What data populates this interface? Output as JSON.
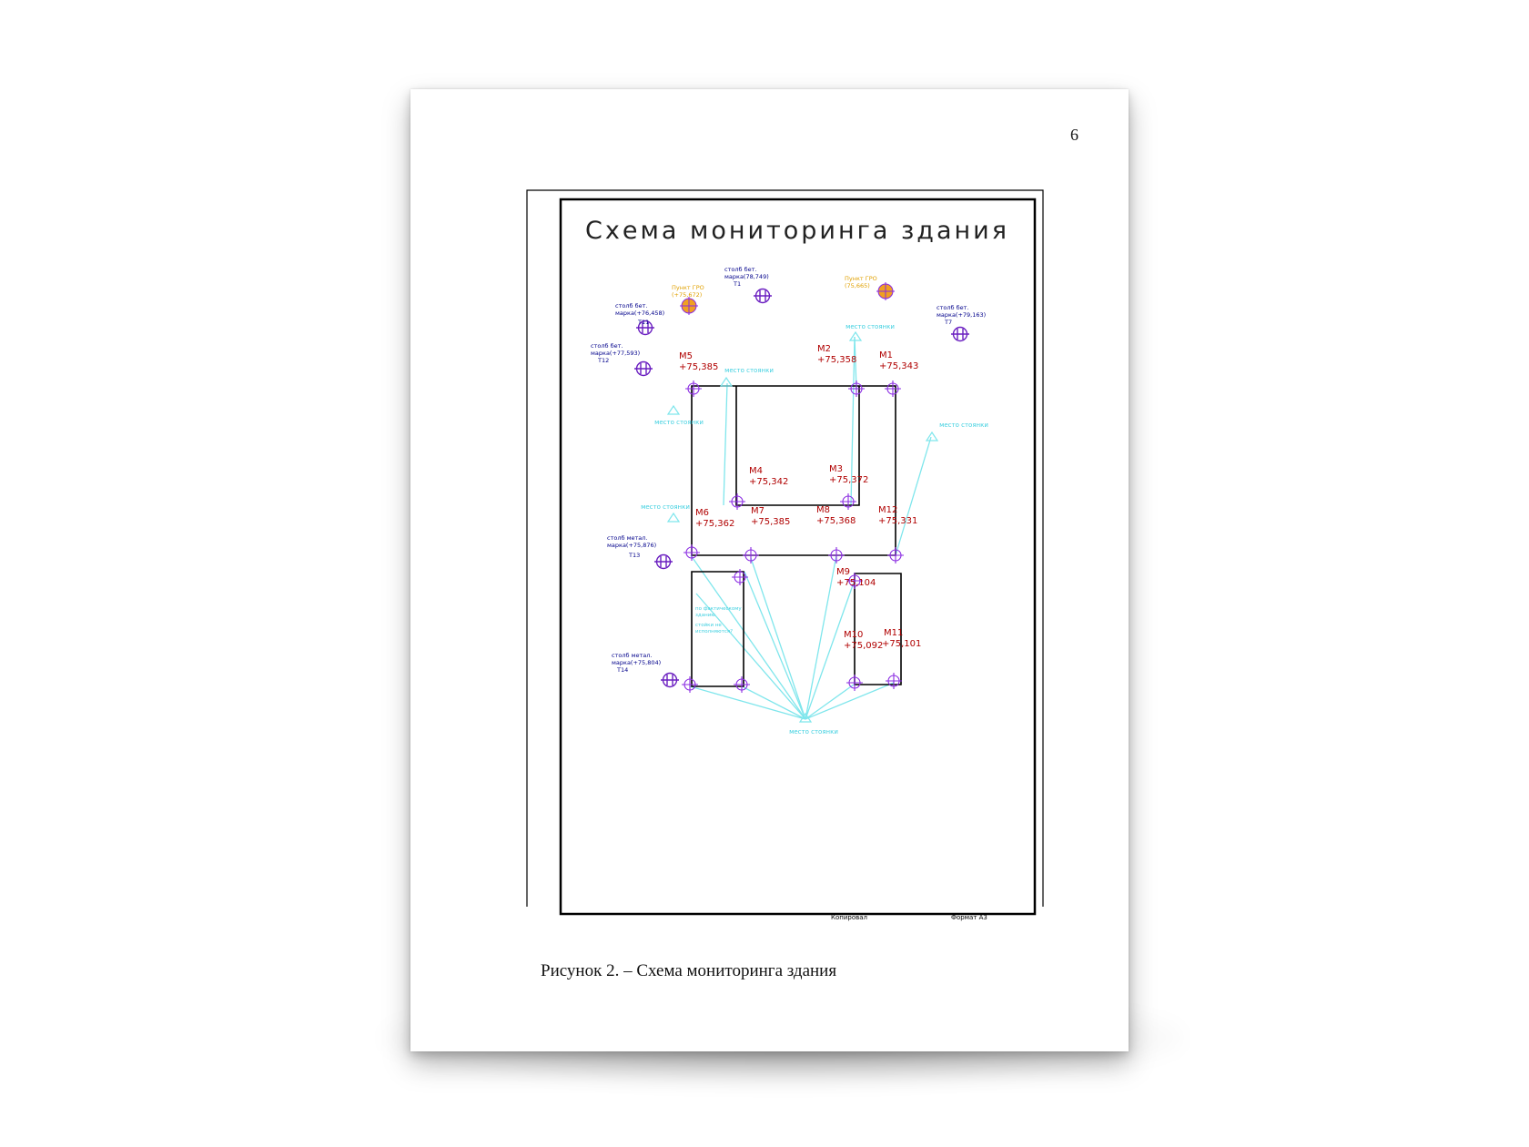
{
  "page": {
    "number": "6",
    "caption": "Рисунок 2. – Схема мониторинга здания"
  },
  "drawing": {
    "title": "Схема мониторинга здания",
    "stamp": {
      "left": "Копировал",
      "right": "Формат А3"
    },
    "colors": {
      "frame": "#000000",
      "building": "#000000",
      "mark_label": "#b00000",
      "benchmark_label": "#00008b",
      "station_label": "#40d0e0",
      "sight_line": "#7fe6ec",
      "gro_label": "#e0a000",
      "gro_fill": "#f0a020",
      "point_symbol": "#8a2be2"
    },
    "marks": [
      {
        "id": "M1",
        "value": "+75,343"
      },
      {
        "id": "M2",
        "value": "+75,358"
      },
      {
        "id": "M3",
        "value": "+75,372"
      },
      {
        "id": "M4",
        "value": "+75,342"
      },
      {
        "id": "M5",
        "value": "+75,385"
      },
      {
        "id": "M6",
        "value": "+75,362"
      },
      {
        "id": "M7",
        "value": "+75,385"
      },
      {
        "id": "M8",
        "value": "+75,368"
      },
      {
        "id": "M9",
        "value": "+75,104"
      },
      {
        "id": "M10",
        "value": "+75,092"
      },
      {
        "id": "M11",
        "value": "+75,101"
      },
      {
        "id": "M12",
        "value": "+75,331"
      }
    ],
    "benchmarks": [
      {
        "id": "T1",
        "line1": "столб бет.",
        "line2": "марка(78,749)"
      },
      {
        "id": "T7",
        "line1": "столб бет.",
        "line2": "марка(+79,163)"
      },
      {
        "id": "T11",
        "line1": "столб бет.",
        "line2": "марка(+76,458)"
      },
      {
        "id": "T12",
        "line1": "столб бет.",
        "line2": "марка(+77,593)"
      },
      {
        "id": "T13",
        "line1": "столб метал.",
        "line2": "марка(+75,876)"
      },
      {
        "id": "T14",
        "line1": "столб метал.",
        "line2": "марка(+75,804)"
      }
    ],
    "gro": [
      {
        "line1": "Пункт ГРО",
        "line2": "(+75,672)"
      },
      {
        "line1": "Пункт ГРО",
        "line2": "(75,665)"
      }
    ],
    "station_label": "место стоянки",
    "note_lines": [
      "по фактическому",
      "зданию",
      "стойки не",
      "исполняются?"
    ]
  }
}
